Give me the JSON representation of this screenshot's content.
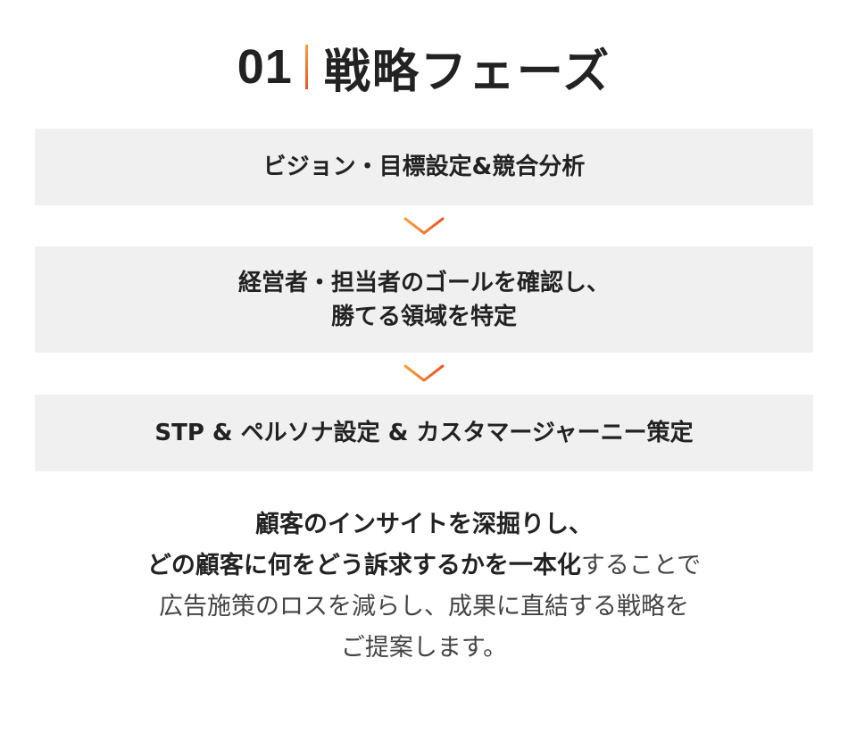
{
  "header": {
    "number": "01",
    "title": "戦略フェーズ"
  },
  "steps": [
    {
      "lines": [
        "ビジョン・目標設定&競合分析"
      ]
    },
    {
      "lines": [
        "経営者・担当者のゴールを確認し、",
        "勝てる領域を特定"
      ]
    },
    {
      "lines": [
        "STP & ペルソナ設定 & カスタマージャーニー策定"
      ]
    }
  ],
  "description": {
    "line1_bold": "顧客のインサイトを深掘りし、",
    "line2_bold": "どの顧客に何をどう訴求するかを一本化",
    "line2_normal": "することで",
    "line3": "広告施策のロスを減らし、成果に直結する戦略を",
    "line4": "ご提案します。"
  },
  "colors": {
    "accent_top": "#f4a13a",
    "accent_bottom": "#e8562a",
    "box_bg": "#f0f0f0",
    "text": "#222222"
  }
}
